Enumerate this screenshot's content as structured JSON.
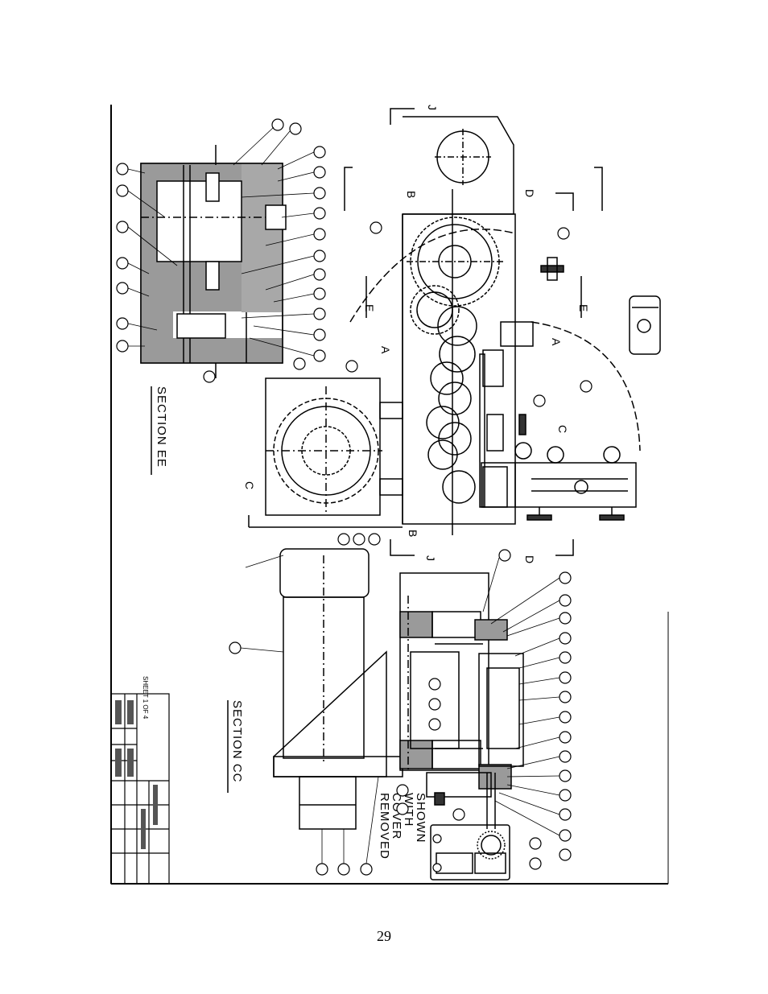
{
  "page": {
    "number": "29"
  },
  "sections": {
    "ee_label": "SECTION EE",
    "cc_label": "SECTION CC",
    "cover_note": [
      "SHOWN",
      "WITH",
      "COVER",
      "REMOVED"
    ]
  },
  "cutting_planes": {
    "A": "A",
    "B": "B",
    "C": "C",
    "D": "D",
    "E": "E",
    "J": "J"
  },
  "sheet_note": "SHEET 1 OF 4"
}
